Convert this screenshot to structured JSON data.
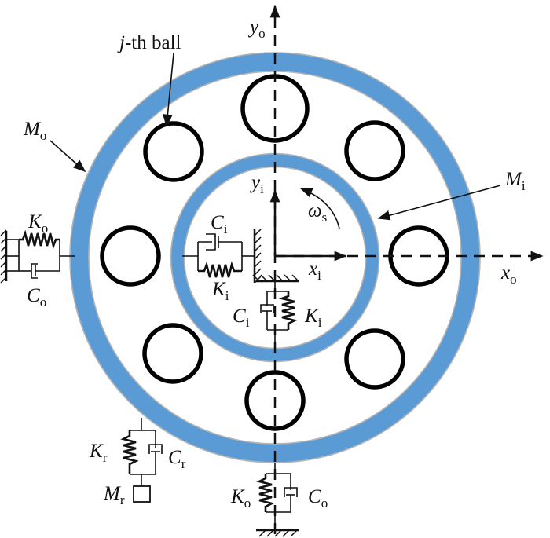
{
  "labels": {
    "yo": {
      "main": "y",
      "sub": "o"
    },
    "xo": {
      "main": "x",
      "sub": "o"
    },
    "yi": {
      "main": "y",
      "sub": "i"
    },
    "xi": {
      "main": "x",
      "sub": "i"
    },
    "ws": {
      "main": "ω",
      "sub": "s"
    },
    "Mo": {
      "main": "M",
      "sub": "o"
    },
    "Mi": {
      "main": "M",
      "sub": "i"
    },
    "Mr": {
      "main": "M",
      "sub": "r"
    },
    "Ko_left": {
      "main": "K",
      "sub": "o"
    },
    "Co_left": {
      "main": "C",
      "sub": "o"
    },
    "Ci_top": {
      "main": "C",
      "sub": "i"
    },
    "Ki_top": {
      "main": "K",
      "sub": "i"
    },
    "Ci_bottom": {
      "main": "C",
      "sub": "i"
    },
    "Ki_bottom": {
      "main": "K",
      "sub": "i"
    },
    "Kr": {
      "main": "K",
      "sub": "r"
    },
    "Cr": {
      "main": "C",
      "sub": "r"
    },
    "Ko_bottom": {
      "main": "K",
      "sub": "o"
    },
    "Co_bottom": {
      "main": "C",
      "sub": "o"
    },
    "jth_ball": {
      "italic": "j",
      "rest": "-th ball"
    }
  },
  "colors": {
    "ring_blue": "#5b9bd5",
    "ring_edge": "#b4b4b4",
    "line": "#111111"
  }
}
